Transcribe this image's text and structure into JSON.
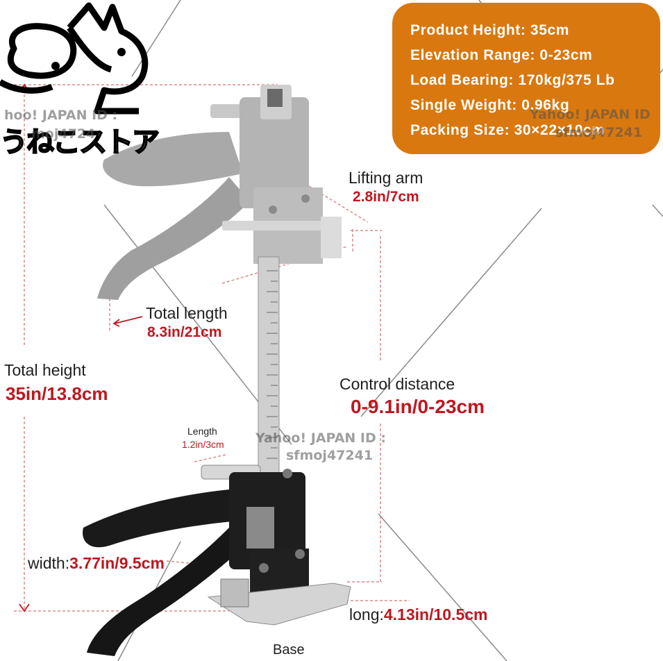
{
  "logo": {
    "text": "うねこストア",
    "icon": "cat-dog-logo-icon"
  },
  "specs": [
    "Product Height: 35cm",
    "Elevation Range: 0-23cm",
    "Load Bearing: 170kg/375 Lb",
    "Single Weight: 0.96kg",
    "Packing Size: 30×22×10cm"
  ],
  "labels": {
    "lifting_arm": "Lifting arm",
    "lifting_arm_value": "2.8in/7cm",
    "total_length": "Total length",
    "total_length_value": "8.3in/21cm",
    "total_height": "Total height",
    "total_height_value": "35in/13.8cm",
    "control_distance": "Control distance",
    "control_distance_value": "0-9.1in/0-23cm",
    "length": "Length",
    "length_value": "1.2in/3cm",
    "width_label": "width:",
    "width_value": "3.77in/9.5cm",
    "long_label": "long:",
    "long_value": "4.13in/10.5cm",
    "base": "Base"
  },
  "watermarks": {
    "top_right_1": "Yahoo! JAPAN ID",
    "top_right_2": "sfmoj47241",
    "center_1": "Yahoo! JAPAN ID :",
    "center_2": "sfmoj47241",
    "top_left_1": "hoo! JAPAN ID :",
    "top_left_2": "moj4724"
  },
  "colors": {
    "spec_box": "#d9780f",
    "red_text": "#c0161f",
    "dim_line": "#d98a8a"
  }
}
